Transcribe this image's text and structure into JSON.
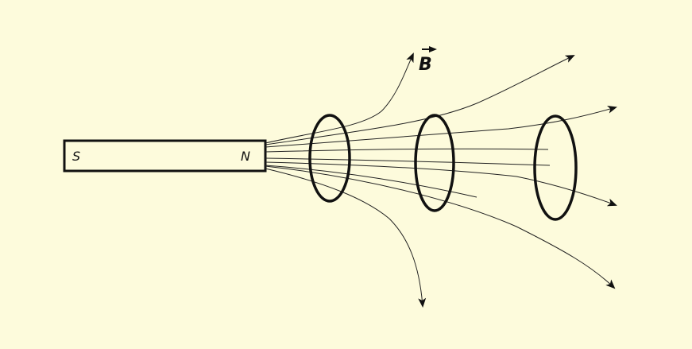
{
  "diagram": {
    "magnet": {
      "south_label": "S",
      "north_label": "N"
    },
    "field_label": "B",
    "loop_count": 3,
    "field_line_count": 9,
    "colors": {
      "background": "#fdfbdc",
      "ink": "#111111"
    }
  }
}
